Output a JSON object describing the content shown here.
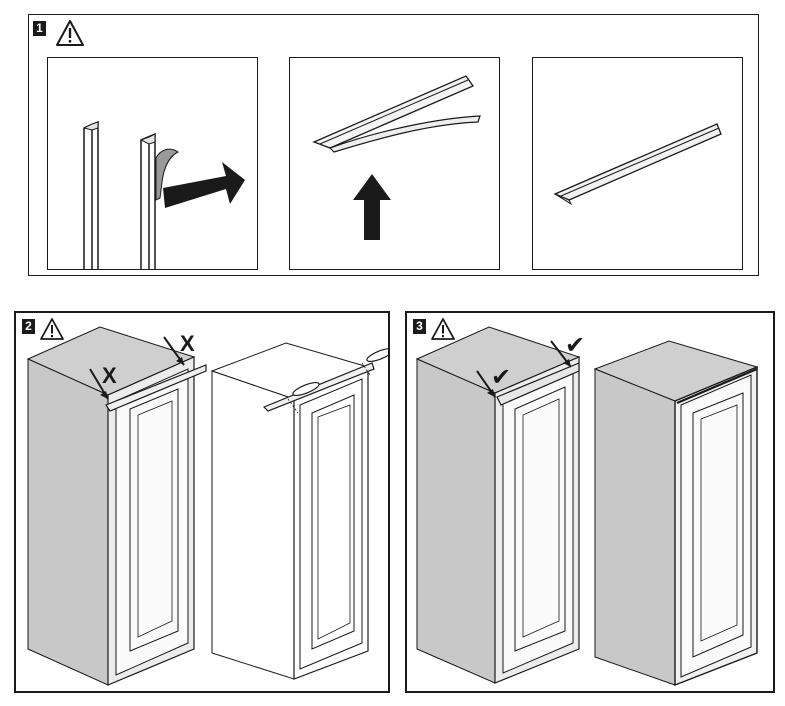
{
  "steps": [
    {
      "number": "1",
      "icon": "warning-icon"
    },
    {
      "number": "2",
      "icon": "warning-icon",
      "marks": [
        "X",
        "X"
      ]
    },
    {
      "number": "3",
      "icon": "warning-icon",
      "marks": [
        "✔",
        "✔"
      ]
    }
  ],
  "colors": {
    "line": "#1a1a1a",
    "cabinet": "#d7d7d7",
    "cabinet_dark": "#bdbdbd",
    "panel_bg": "#ffffff"
  }
}
